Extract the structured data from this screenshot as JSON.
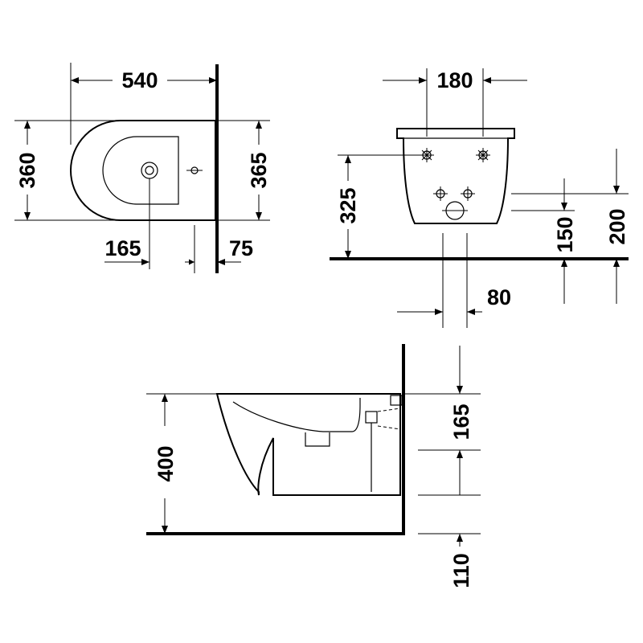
{
  "dimensions": {
    "top_view": {
      "length": "540",
      "width": "360",
      "wall_width": "365",
      "tap_hole_offset": "165",
      "fixing_offset": "75"
    },
    "front_view": {
      "fixing_spacing": "180",
      "fixing_height": "325",
      "waste_height": "150",
      "supply_height": "200",
      "waste_width": "80"
    },
    "side_view": {
      "height": "400",
      "fixing_depth": "165",
      "floor_offset": "110"
    }
  }
}
